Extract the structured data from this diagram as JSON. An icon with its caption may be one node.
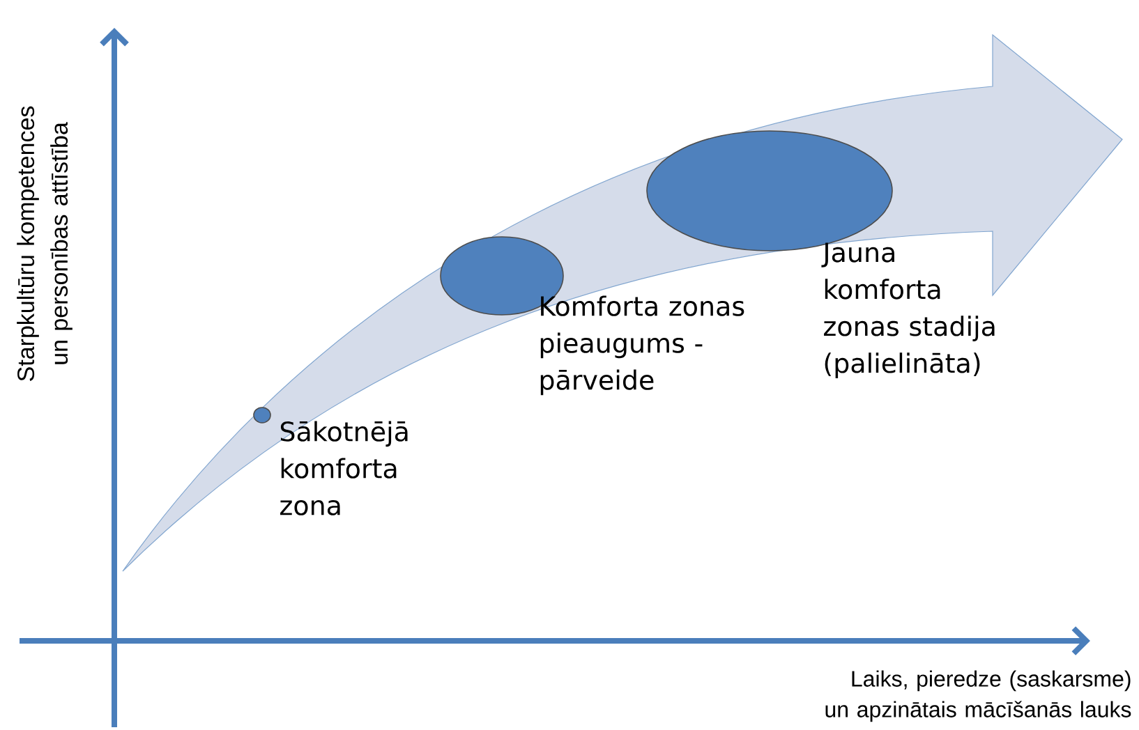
{
  "diagram": {
    "nodes": [
      {
        "text": [],
        "shape": "circle",
        "beside": [
          "Sākotnējā komforta zona"
        ]
      },
      {
        "text": [],
        "shape": "circle",
        "beside": [
          "Komforta zonas pieaugums - pārveide"
        ]
      },
      {
        "text": [],
        "shape": "circle",
        "beside": [
          "Jauna komforta zonas stadija (palielināta)"
        ]
      }
    ],
    "labels": [
      "Starpkultūru kompetences un personības attīstība",
      "Laiks, pieredze (saskarsme) un apzinātais mācīšanās lauks"
    ]
  }
}
